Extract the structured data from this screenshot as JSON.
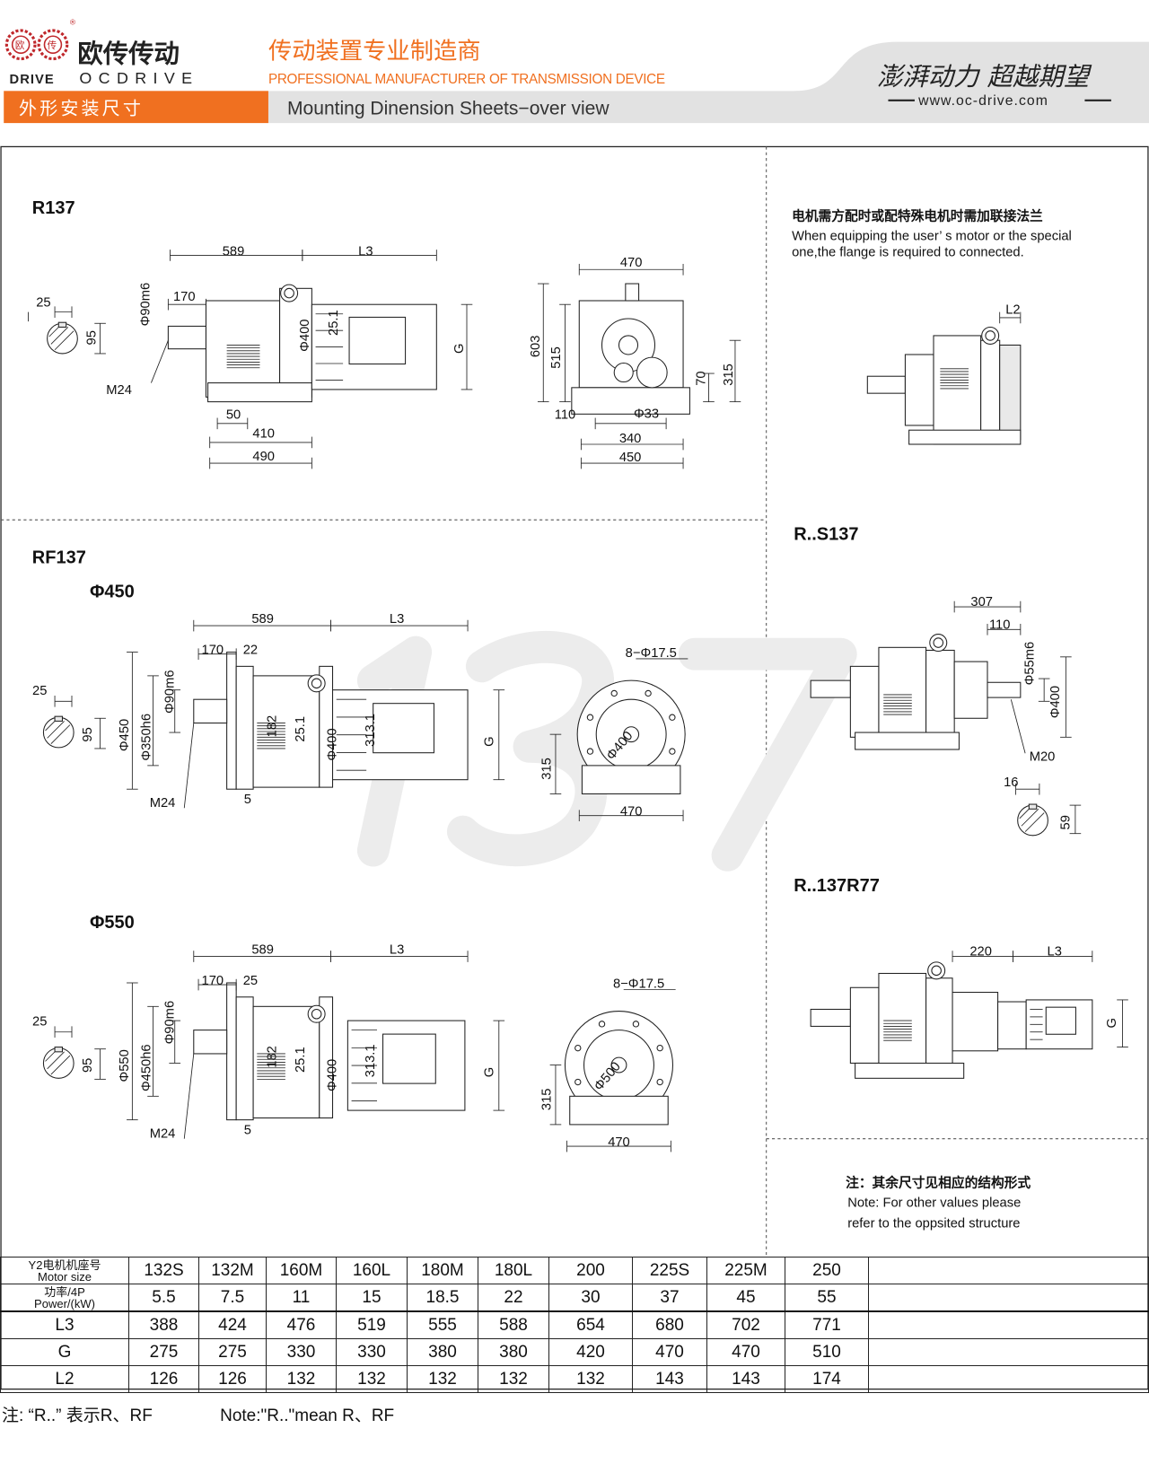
{
  "header": {
    "brand_cn": "欧传传动",
    "brand_en": "OCDRIVE",
    "logo_drive": "DRIVE",
    "logo_chars": [
      "欧",
      "传"
    ],
    "tagline_cn": "传动装置专业制造商",
    "tagline_en": "PROFESSIONAL MANUFACTURER OF TRANSMISSION DEVICE",
    "section_cn": "外形安装尺寸",
    "section_en": "Mounting Dinension Sheets−over view",
    "slogan": "澎湃动力 超越期望",
    "website": "www.oc-drive.com",
    "accent_color": "#f07020",
    "band_color": "#e2e2e2"
  },
  "watermark": "137",
  "r137": {
    "title": "R137",
    "dims": [
      "589",
      "L3",
      "170",
      "25",
      "95",
      "Φ90m6",
      "Φ400",
      "25.1",
      "G",
      "M24",
      "50",
      "410",
      "490"
    ],
    "side_dims": [
      "470",
      "603",
      "515",
      "70",
      "315",
      "110",
      "Φ33",
      "340",
      "450"
    ]
  },
  "rf137": {
    "title": "RF137",
    "v450": {
      "title": "Φ450",
      "dims": [
        "589",
        "L3",
        "170",
        "22",
        "25",
        "95",
        "Φ450",
        "Φ350h6",
        "Φ90m6",
        "182",
        "25.1",
        "Φ400",
        "313.1",
        "G",
        "M24",
        "5"
      ],
      "side_dims": [
        "8−Φ17.5",
        "Φ400",
        "315",
        "470"
      ]
    },
    "v550": {
      "title": "Φ550",
      "dims": [
        "589",
        "L3",
        "170",
        "25",
        "25",
        "95",
        "Φ550",
        "Φ450h6",
        "Φ90m6",
        "182",
        "25.1",
        "Φ400",
        "313.1",
        "G",
        "M24",
        "5"
      ],
      "side_dims": [
        "8−Φ17.5",
        "Φ500",
        "315",
        "470"
      ]
    }
  },
  "flange_note": {
    "cn": "电机需方配时或配特殊电机时需加联接法兰",
    "en1": "When equipping the user’ s motor or the special",
    "en2": "one,the flange is required to connected.",
    "dim": "L2"
  },
  "rs137": {
    "title": "R..S137",
    "dims": [
      "307",
      "110",
      "Φ55m6",
      "Φ400",
      "M20",
      "16",
      "59"
    ]
  },
  "r137r77": {
    "title": "R..137R77",
    "dims": [
      "220",
      "L3",
      "G"
    ]
  },
  "other_note": {
    "cn": "注：其余尺寸见相应的结构形式",
    "en1": "Note: For other values please",
    "en2": "refer to the oppsited structure"
  },
  "table": {
    "header_motor": [
      "Y2电机机座号",
      "Motor size"
    ],
    "header_power": [
      "功率/4P",
      "Power/(kW)"
    ],
    "motor_sizes": [
      "132S",
      "132M",
      "160M",
      "160L",
      "180M",
      "180L",
      "200",
      "225S",
      "225M",
      "250"
    ],
    "power": [
      "5.5",
      "7.5",
      "11",
      "15",
      "18.5",
      "22",
      "30",
      "37",
      "45",
      "55"
    ],
    "rows": [
      {
        "label": "L3",
        "values": [
          "388",
          "424",
          "476",
          "519",
          "555",
          "588",
          "654",
          "680",
          "702",
          "771"
        ]
      },
      {
        "label": "G",
        "values": [
          "275",
          "275",
          "330",
          "330",
          "380",
          "380",
          "420",
          "470",
          "470",
          "510"
        ]
      },
      {
        "label": "L2",
        "values": [
          "126",
          "126",
          "132",
          "132",
          "132",
          "132",
          "132",
          "143",
          "143",
          "174"
        ]
      }
    ]
  },
  "footnote": {
    "cn": "注: “R..” 表示R、RF",
    "en": "Note:\"R..\"mean R、RF"
  }
}
